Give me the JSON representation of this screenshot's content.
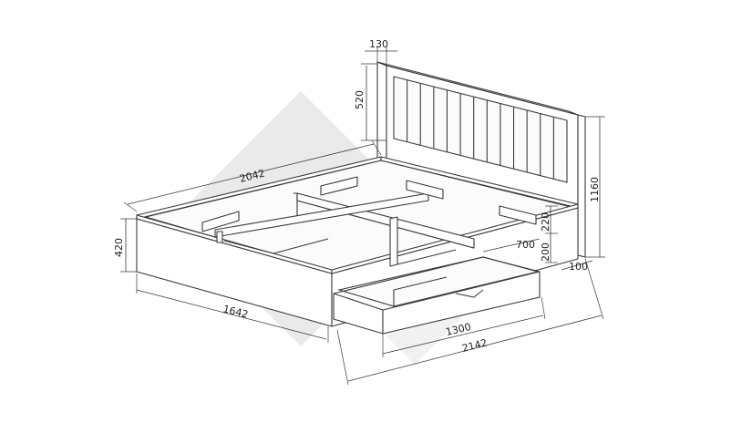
{
  "diagram": {
    "dimensions": {
      "headboard_thickness": "130",
      "headboard_panel_height": "520",
      "frame_length": "2042",
      "total_height": "1160",
      "frame_height": "420",
      "side_height_top": "220",
      "side_height_bottom": "200",
      "drawer_depth": "700",
      "leg_offset": "100",
      "frame_width": "1642",
      "drawer_width": "1300",
      "total_length": "2142"
    }
  }
}
